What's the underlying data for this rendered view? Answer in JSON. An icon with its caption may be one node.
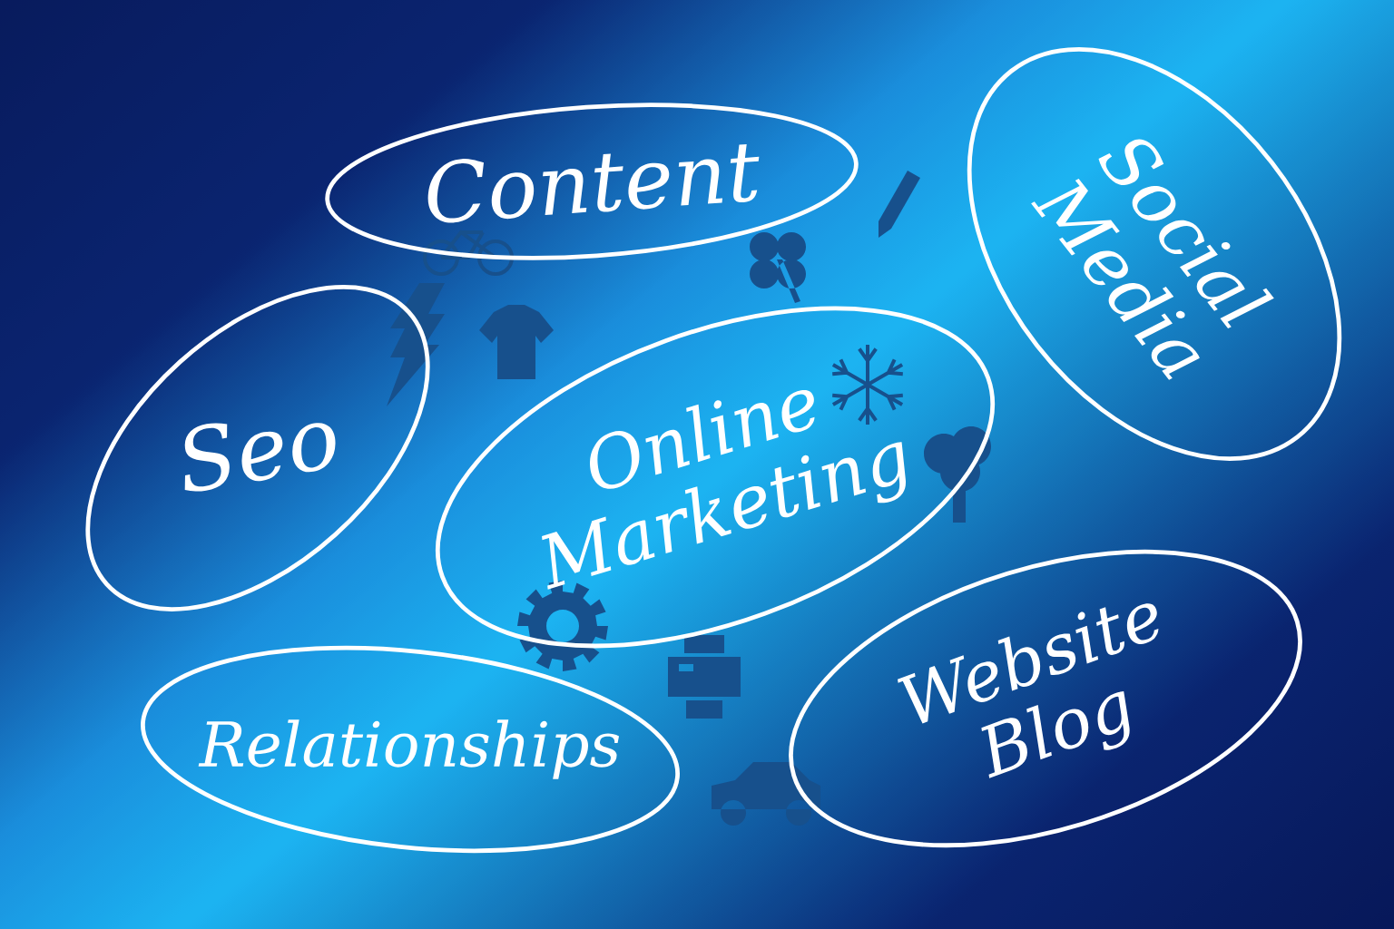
{
  "diagram": {
    "nodes": [
      {
        "text": [
          "Content"
        ]
      },
      {
        "text": [
          "Social Media"
        ]
      },
      {
        "text": [
          "Seo"
        ]
      },
      {
        "text": [
          "Online Marketing"
        ]
      },
      {
        "text": [
          "Relationships"
        ]
      },
      {
        "text": [
          "Website Blog"
        ]
      }
    ]
  }
}
